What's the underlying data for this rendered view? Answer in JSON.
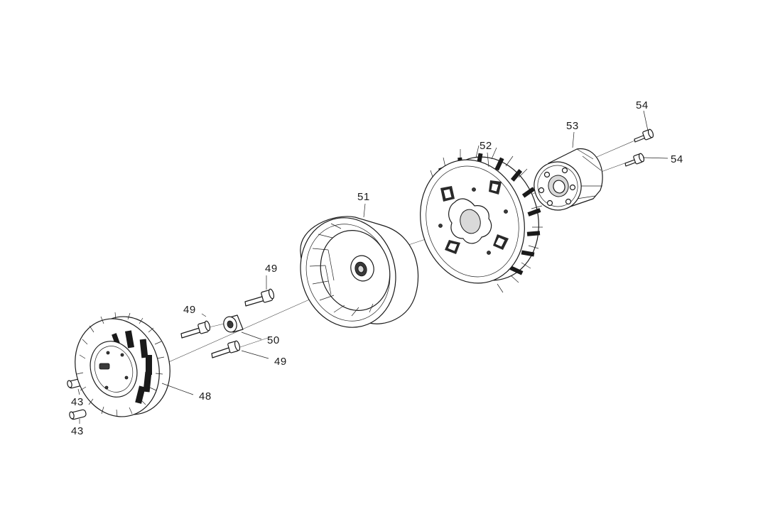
{
  "callouts": [
    {
      "id": "43a",
      "label": "43"
    },
    {
      "id": "43b",
      "label": "43"
    },
    {
      "id": "48",
      "label": "48"
    },
    {
      "id": "49a",
      "label": "49"
    },
    {
      "id": "49b",
      "label": "49"
    },
    {
      "id": "49c",
      "label": "49"
    },
    {
      "id": "50",
      "label": "50"
    },
    {
      "id": "51",
      "label": "51"
    },
    {
      "id": "52",
      "label": "52"
    },
    {
      "id": "53",
      "label": "53"
    },
    {
      "id": "54a",
      "label": "54"
    },
    {
      "id": "54b",
      "label": "54"
    }
  ],
  "colors": {
    "line": "#1a1a1a",
    "background": "#ffffff"
  }
}
